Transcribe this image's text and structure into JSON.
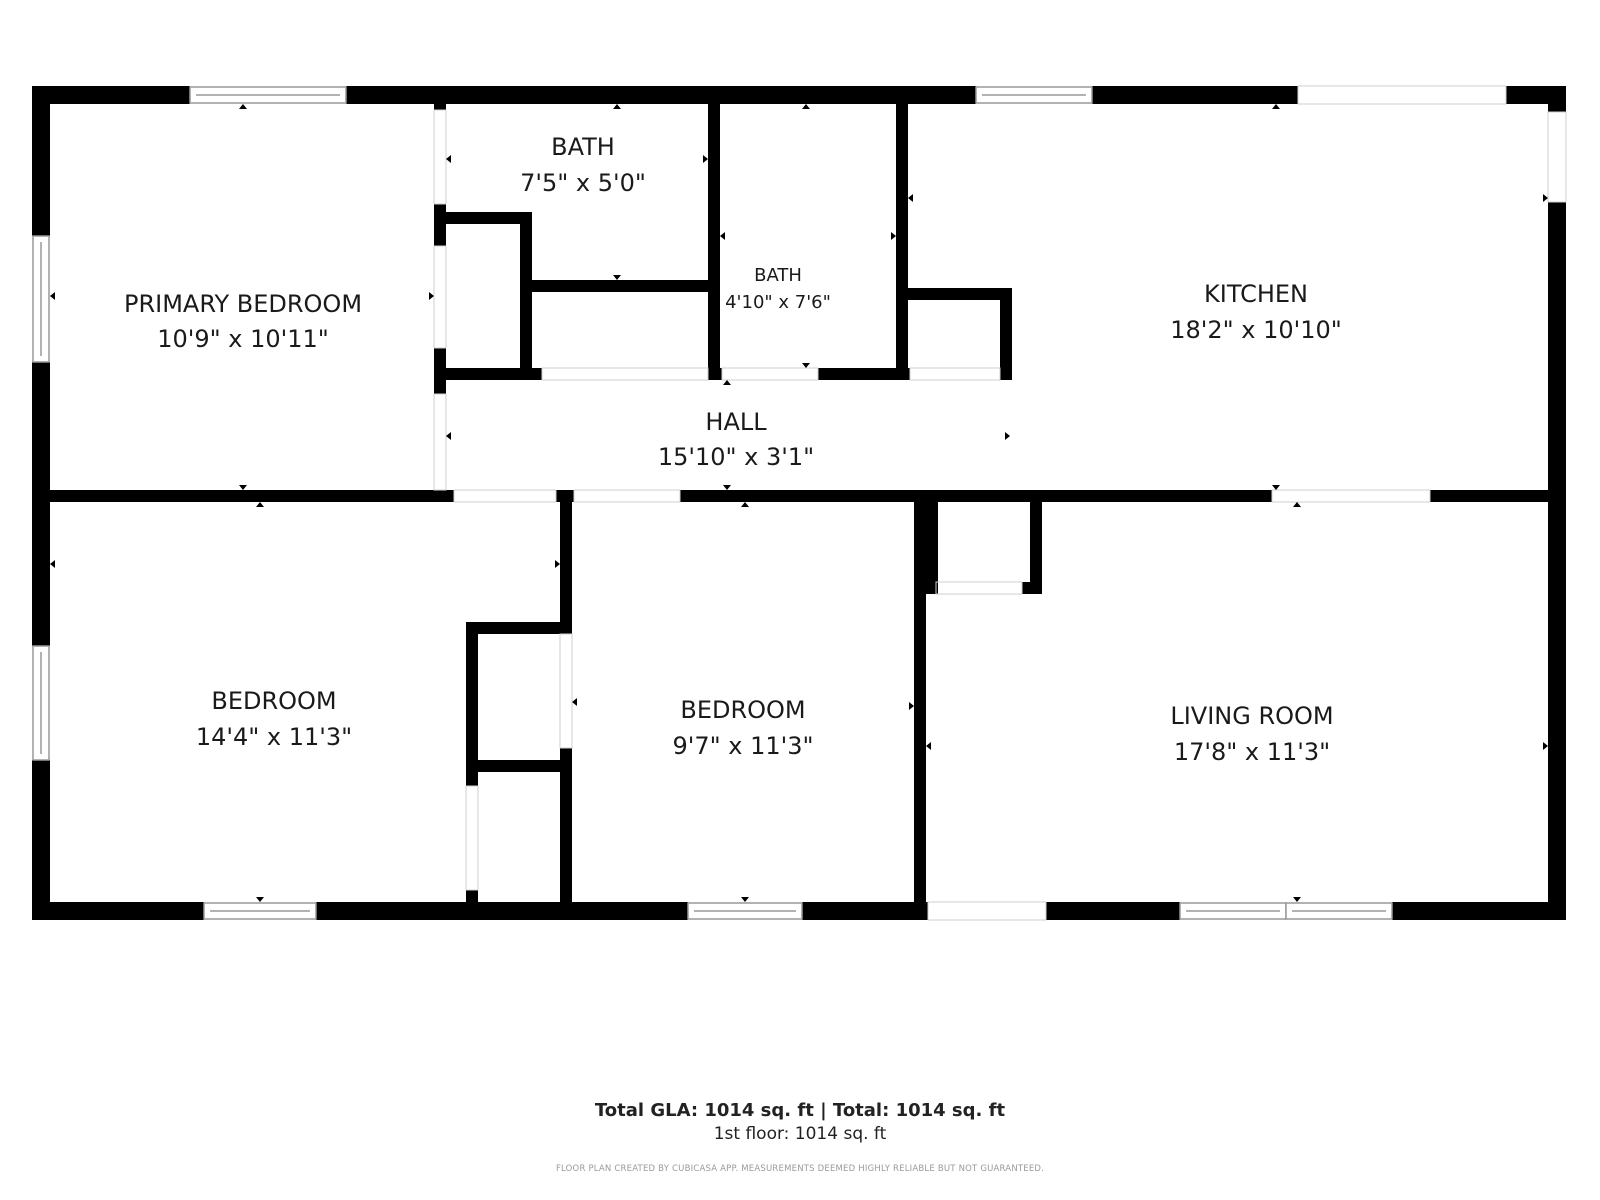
{
  "rooms": {
    "primary_bedroom": {
      "name": "PRIMARY BEDROOM",
      "dims": "10'9\" x 10'11\""
    },
    "bath_1": {
      "name": "BATH",
      "dims": "7'5\" x 5'0\""
    },
    "bath_2": {
      "name": "BATH",
      "dims": "4'10\" x 7'6\""
    },
    "kitchen": {
      "name": "KITCHEN",
      "dims": "18'2\" x 10'10\""
    },
    "hall": {
      "name": "HALL",
      "dims": "15'10\" x 3'1\""
    },
    "bedroom_1": {
      "name": "BEDROOM",
      "dims": "14'4\" x 11'3\""
    },
    "bedroom_2": {
      "name": "BEDROOM",
      "dims": "9'7\" x 11'3\""
    },
    "living_room": {
      "name": "LIVING ROOM",
      "dims": "17'8\" x 11'3\""
    }
  },
  "footer": {
    "total": "Total GLA: 1014 sq. ft | Total: 1014 sq. ft",
    "floor": "1st floor: 1014 sq. ft",
    "note": "FLOOR PLAN CREATED BY CUBICASA APP. MEASUREMENTS DEEMED HIGHLY RELIABLE BUT NOT GUARANTEED."
  },
  "colors": {
    "wall": "#000000",
    "window_frame": "#999999",
    "background": "#ffffff"
  }
}
